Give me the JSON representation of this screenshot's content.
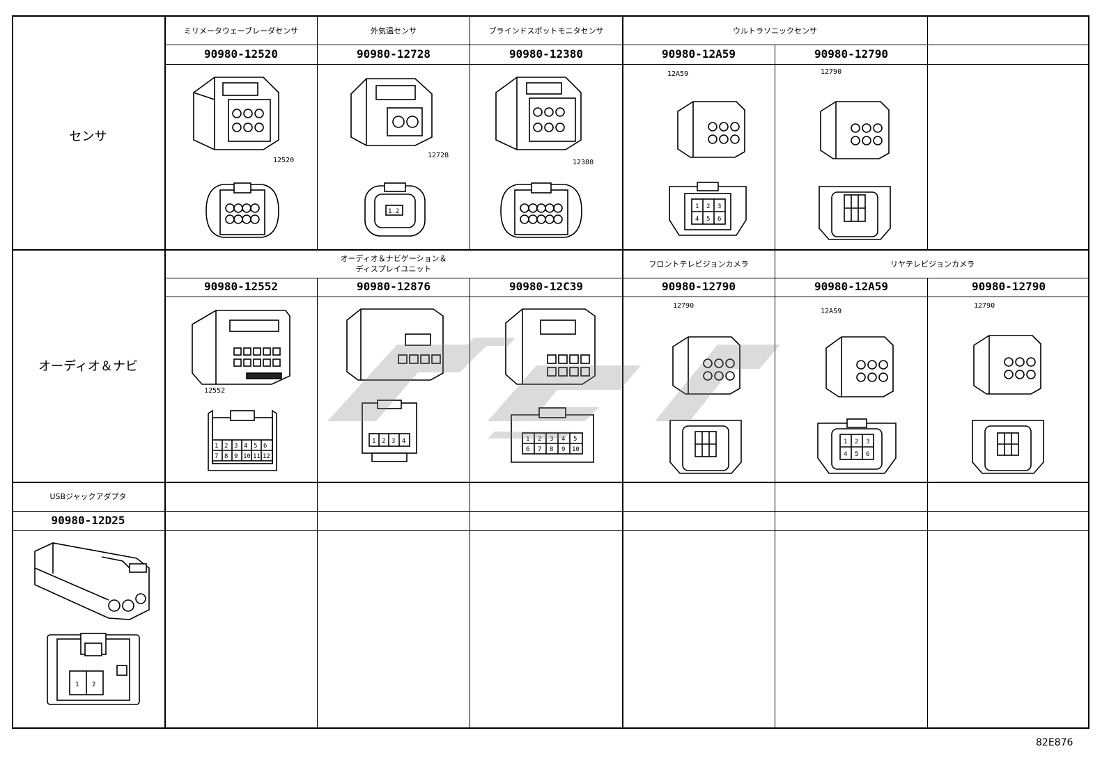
{
  "sections": {
    "sensor": "センサ",
    "audio_navi": "オーディオ＆ナビ"
  },
  "row1": {
    "names": [
      "ミリメータウェーブレーダセンサ",
      "外気温センサ",
      "ブラインドスポットモニタセンサ",
      "ウルトラソニックセンサ",
      ""
    ],
    "part_numbers": [
      "90980-12520",
      "90980-12728",
      "90980-12380",
      "90980-12A59",
      "90980-12790",
      ""
    ],
    "callouts": [
      "12520",
      "12728",
      "12380",
      "12A59",
      "12790"
    ]
  },
  "row2": {
    "names": [
      "オーディオ＆ナビゲーション＆\nディスプレイユニット",
      "フロントテレビジョンカメラ",
      "リヤテレビジョンカメラ"
    ],
    "part_numbers": [
      "90980-12552",
      "90980-12876",
      "90980-12C39",
      "90980-12790",
      "90980-12A59",
      "90980-12790"
    ],
    "callouts": [
      "12552",
      "12790",
      "12A59",
      "12790"
    ]
  },
  "row3": {
    "name": "USBジャックアダプタ",
    "part_number": "90980-12D25"
  },
  "figure_code": "82E876",
  "colors": {
    "line": "#000000",
    "watermark": "#808080"
  }
}
